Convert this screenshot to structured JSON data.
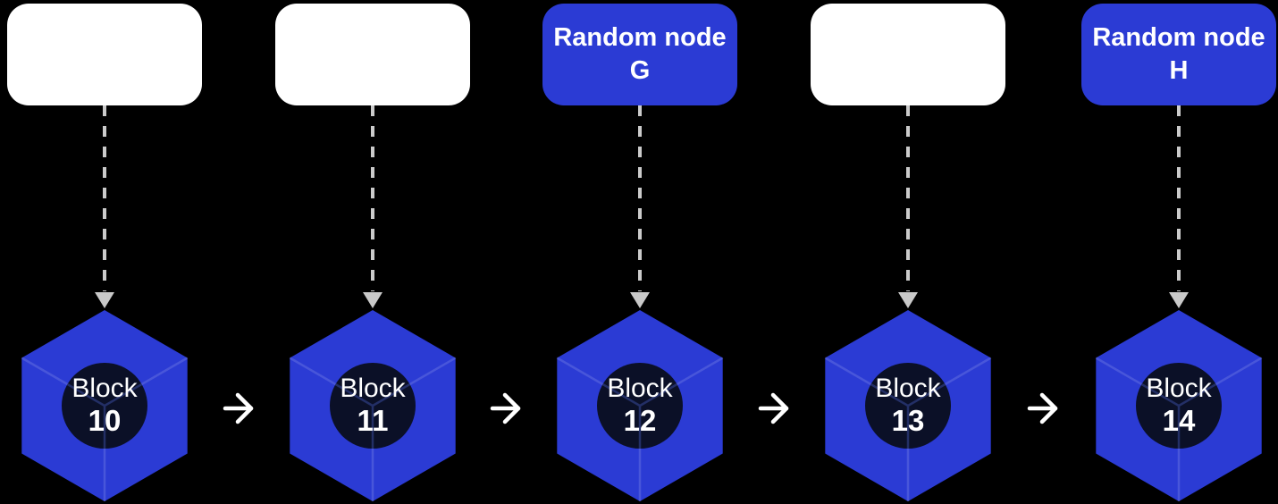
{
  "diagram": {
    "background": "#000000",
    "colors": {
      "node_blue": "#2b3bd4",
      "node_white": "#ffffff",
      "hexagon_blue": "#2b3bd4",
      "core_circle_dark": "#0b1027",
      "core_edge_blue": "#232f66",
      "connector_gray": "#cbcbcb",
      "arrow_white": "#ffffff",
      "text_white": "#ffffff"
    },
    "columns": [
      {
        "node": {
          "type": "empty",
          "line1": "",
          "line2": ""
        },
        "block": {
          "label": "Block",
          "number": "10"
        }
      },
      {
        "node": {
          "type": "empty",
          "line1": "",
          "line2": ""
        },
        "block": {
          "label": "Block",
          "number": "11"
        }
      },
      {
        "node": {
          "type": "labeled",
          "line1": "Random node",
          "line2": "G"
        },
        "block": {
          "label": "Block",
          "number": "12"
        }
      },
      {
        "node": {
          "type": "empty",
          "line1": "",
          "line2": ""
        },
        "block": {
          "label": "Block",
          "number": "13"
        }
      },
      {
        "node": {
          "type": "labeled",
          "line1": "Random node",
          "line2": "H"
        },
        "block": {
          "label": "Block",
          "number": "14"
        }
      }
    ]
  }
}
